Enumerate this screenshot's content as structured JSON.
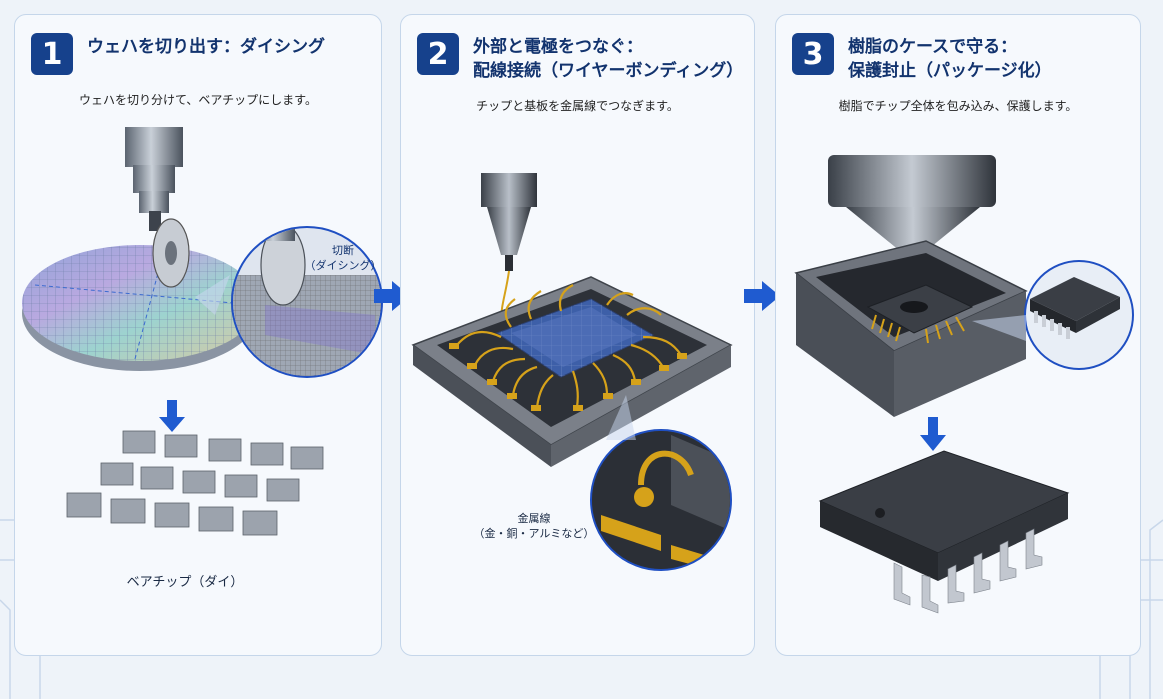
{
  "steps": [
    {
      "number": "1",
      "title_line1": "ウェハを切り出す：ダイシング",
      "title_line2": "",
      "subtitle": "ウェハを切り分けて、ベアチップにします。",
      "callout_line1": "切断",
      "callout_line2": "（ダイシング）",
      "bottom_label": "ベアチップ（ダイ）"
    },
    {
      "number": "2",
      "title_line1": "外部と電極をつなぐ：",
      "title_line2": "配線接続（ワイヤーボンディング）",
      "subtitle": "チップと基板を金属線でつなぎます。",
      "callout_line1": "金属線",
      "callout_line2": "（金・銅・アルミなど）"
    },
    {
      "number": "3",
      "title_line1": "樹脂のケースで守る：",
      "title_line2": "保護封止（パッケージ化）",
      "subtitle": "樹脂でチップ全体を包み込み、保護します。"
    }
  ],
  "colors": {
    "accent_blue": "#16418c",
    "arrow_blue": "#1f5bd0",
    "gold": "#d6a21a",
    "package_black": "#2b2e34"
  }
}
